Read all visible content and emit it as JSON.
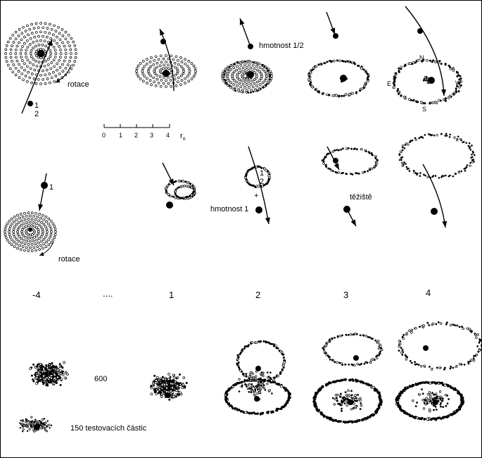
{
  "labels": {
    "rotace_top": "rotace",
    "rotace_mid": "rotace",
    "mass_half_top": "1",
    "mass_half_bottom": "2",
    "hmotnost_half": "hmotnost 1/2",
    "hmotnost_one": "hmotnost 1",
    "mass_one": "1",
    "teziste": "těžiště",
    "plus_mark": "+",
    "one_label": "1",
    "half_top": "1",
    "half_bottom": "2",
    "compass_n": "N",
    "compass_e": "E",
    "compass_w": "W",
    "compass_s": "S",
    "count_600": "600",
    "test_particles": "150 testovacích částic"
  },
  "scale_bar": {
    "ticks": [
      "0",
      "1",
      "2",
      "3",
      "4"
    ],
    "unit": "r",
    "unit_sub": "o"
  },
  "timeline": {
    "labels": [
      "-4",
      "....",
      "1",
      "2",
      "3",
      "4"
    ]
  },
  "colors": {
    "ink": "#000000",
    "background": "#ffffff"
  }
}
